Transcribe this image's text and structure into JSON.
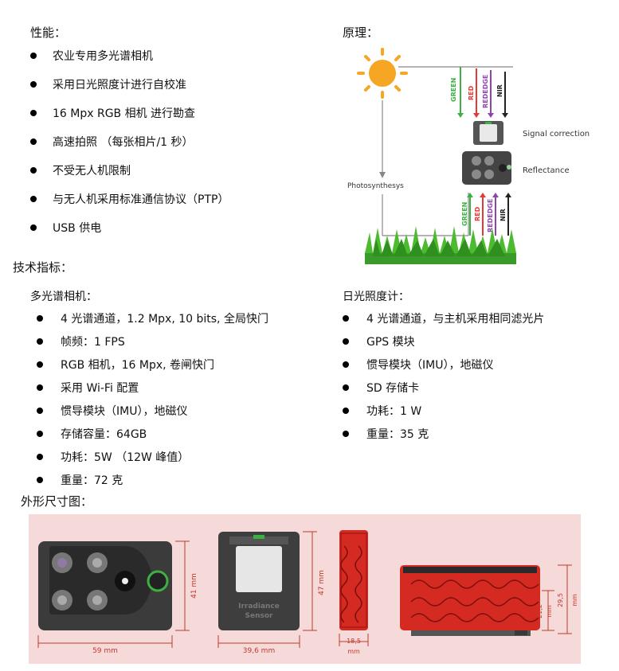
{
  "performance": {
    "heading": "性能：",
    "items": [
      "农业专用多光谱相机",
      "采用日光照度计进行自校准",
      "16 Mpx RGB 相机  进行勘查",
      "高速拍照 （每张相片/1 秒）",
      "不受无人机限制",
      "与无人机采用标准通信协议（PTP）",
      "USB 供电"
    ]
  },
  "principle": {
    "heading": "原理：",
    "photosynthesys": "Photosynthesys",
    "signal_correction": "Signal correction",
    "reflectance": "Reflectance",
    "bands": [
      "GREEN",
      "RED",
      "REDEDGE",
      "NIR"
    ]
  },
  "specs": {
    "heading": "技术指标：",
    "camera": {
      "heading": "多光谱相机：",
      "items": [
        "4 光谱通道，1.2 Mpx,    10 bits,  全局快门",
        "帧频：1 FPS",
        "RGB 相机，16 Mpx, 卷闸快门",
        "采用 Wi-Fi  配置",
        "惯导模块（IMU），地磁仪",
        "存储容量：64GB",
        "功耗：5W  （12W  峰值）",
        "重量：72 克"
      ]
    },
    "sensor": {
      "heading": "日光照度计：",
      "items": [
        "4 光谱通道，与主机采用相同滤光片",
        "GPS 模块",
        "惯导模块（IMU），地磁仪",
        "SD  存储卡",
        "功耗：1 W",
        "重量：35  克"
      ]
    }
  },
  "dimensions": {
    "heading": "外形尺寸图：",
    "cam_width": "59 mm",
    "cam_height": "41 mm",
    "irr_width": "39,6 mm",
    "irr_height": "47 mm",
    "irr_label_1": "Irradiance",
    "irr_label_2": "Sensor",
    "side_width": "18,5",
    "side_unit": "mm",
    "h1": "21,2",
    "h1_unit": "mm",
    "h2": "29,5",
    "h2_unit": "mm"
  },
  "colors": {
    "sun": "#f5a623",
    "green": "#3cb043",
    "red": "#e53935",
    "rededge": "#8e44ad",
    "nir": "#222222",
    "dim_bg": "#f6dada",
    "dim_line": "#c0392b"
  }
}
